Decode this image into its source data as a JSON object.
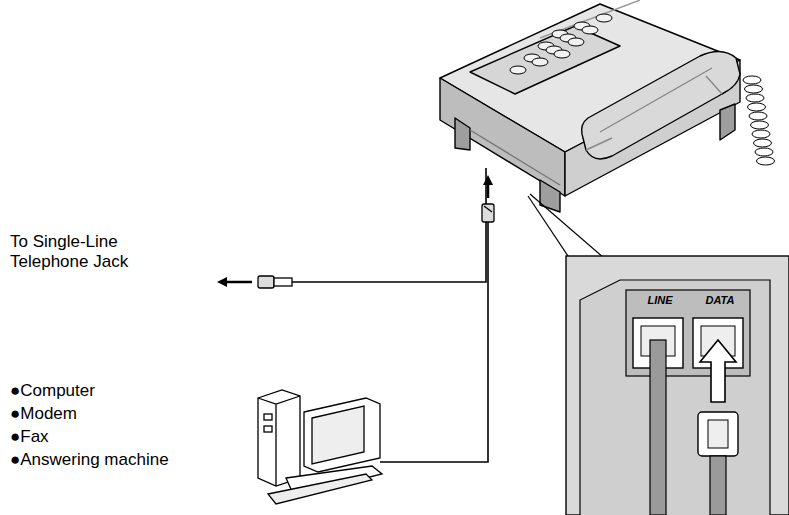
{
  "diagram": {
    "labels": [
      "To Single-Line Telephone Jack",
      "●Computer",
      "●Modem",
      "●Fax",
      "●Answering machine",
      "LINE",
      "DATA"
    ]
  }
}
